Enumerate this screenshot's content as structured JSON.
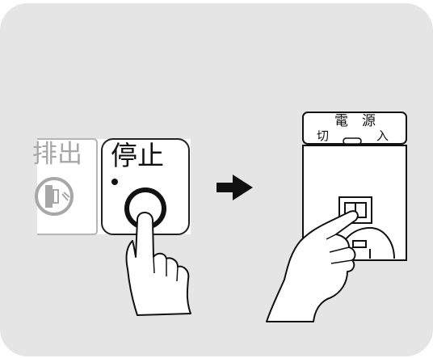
{
  "left_panel": {
    "faded_button_label": "排出",
    "stop_button_label": "停止"
  },
  "arrow": {
    "direction": "right"
  },
  "right_panel": {
    "power_label": "電　源",
    "off_label": "切",
    "on_label": "入"
  },
  "colors": {
    "background_panel": "#e5e5e5",
    "faded_button": "#a7a7a7",
    "ink": "#111111"
  },
  "icons": [
    "eject-slot-icon",
    "stop-button-ring-icon",
    "pointing-hand-icon",
    "right-arrow-icon",
    "rocker-switch-icon",
    "outlet-icon"
  ]
}
